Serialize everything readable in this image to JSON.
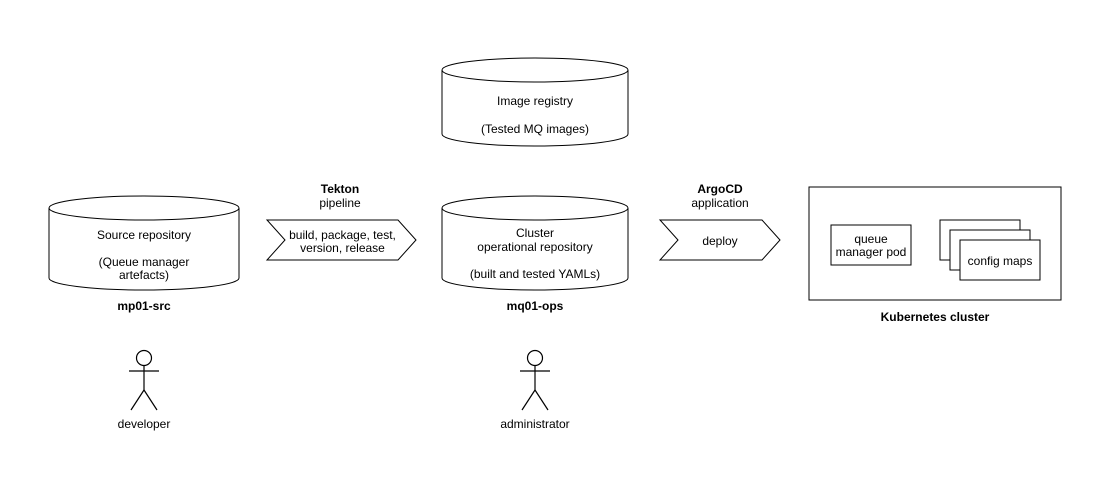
{
  "image_registry": {
    "title": "Image registry",
    "subtitle": "(Tested MQ images)"
  },
  "source_repo": {
    "title": "Source repository",
    "detail_line1": "(Queue manager",
    "detail_line2": "artefacts)",
    "name": "mp01-src"
  },
  "tekton": {
    "name": "Tekton",
    "kind": "pipeline",
    "steps_line1": "build, package, test,",
    "steps_line2": "version, release"
  },
  "ops_repo": {
    "title_line1": "Cluster",
    "title_line2": "operational repository",
    "detail": "(built and tested YAMLs)",
    "name": "mq01-ops"
  },
  "argocd": {
    "name": "ArgoCD",
    "kind": "application",
    "action": "deploy"
  },
  "cluster": {
    "name": "Kubernetes cluster",
    "pod_line1": "queue",
    "pod_line2": "manager pod",
    "config_maps": "config maps"
  },
  "actors": {
    "developer": "developer",
    "administrator": "administrator"
  }
}
